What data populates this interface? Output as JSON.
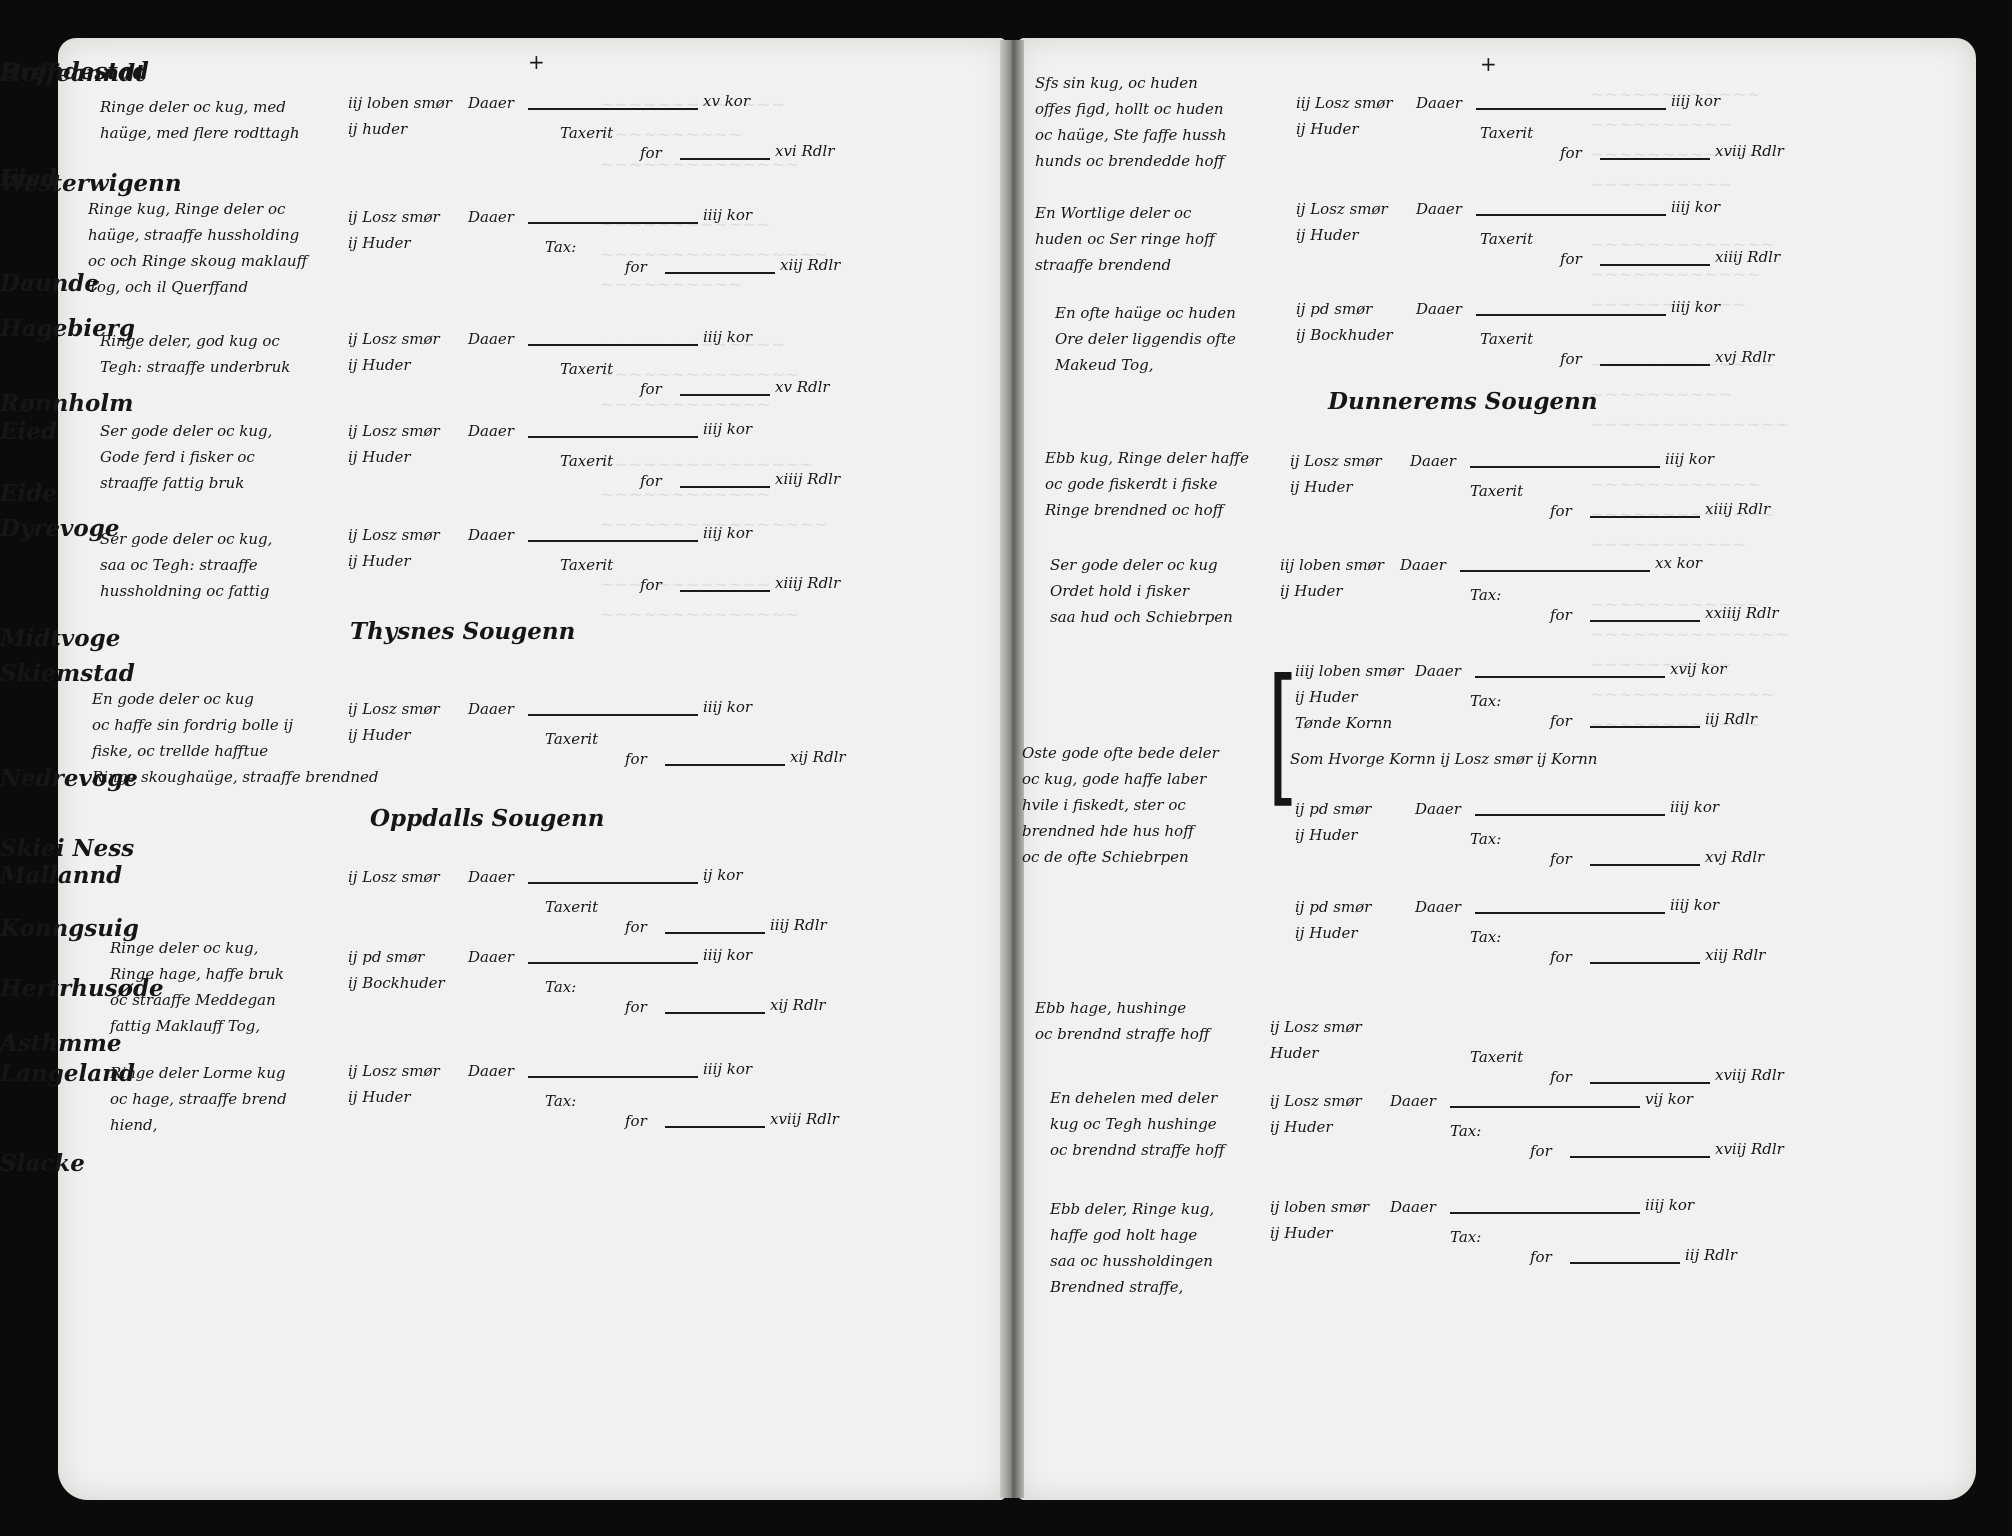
{
  "left_page": {
    "top_mark": "+",
    "entries": [
      {
        "place": "Hoffeanndt",
        "desc": [
          "Ringe deler oc kug, med",
          "haüge, med flere rodttagh"
        ],
        "meas": [
          "iij loben smør",
          "ij huder"
        ],
        "k": "Daaer",
        "k_val": "xv kor",
        "tax_label": "Taxerit",
        "for_label": "for",
        "tax_val": "xvi Rdlr"
      },
      {
        "place": "Westerwigenn",
        "desc": [
          "Ringe kug, Ringe deler oc",
          "haüge, straaffe hussholding",
          "oc och Ringe skoug maklauff",
          "Tog, och il Querffand"
        ],
        "meas": [
          "ij Losz smør",
          "ij Huder"
        ],
        "k": "Daaer",
        "k_val": "iiij kor",
        "tax_label": "Tax:",
        "for_label": "for",
        "tax_val": "xiij Rdlr"
      },
      {
        "place": "Hagebierg",
        "desc": [
          "Ringe deler, god kug oc",
          "Tegh: straaffe underbruk"
        ],
        "meas": [
          "ij Losz smør",
          "ij Huder"
        ],
        "k": "Daaer",
        "k_val": "iiij kor",
        "tax_label": "Taxerit",
        "for_label": "for",
        "tax_val": "xv Rdlr"
      },
      {
        "place": "Rønnholm",
        "desc": [
          "Ser gode deler oc kug,",
          "Gode ferd i fisker oc",
          "straaffe fattig bruk"
        ],
        "meas": [
          "ij Losz smør",
          "ij Huder"
        ],
        "k": "Daaer",
        "k_val": "iiij kor",
        "tax_label": "Taxerit",
        "for_label": "for",
        "tax_val": "xiiij Rdlr"
      },
      {
        "place": "Eide",
        "desc": [
          "Ser gode deler oc kug,",
          "saa oc Tegh: straaffe",
          "hussholdning oc fattig"
        ],
        "meas": [
          "ij Losz smør",
          "ij Huder"
        ],
        "k": "Daaer",
        "k_val": "iiij kor",
        "tax_label": "Taxerit",
        "for_label": "for",
        "tax_val": "xiiij Rdlr"
      }
    ],
    "section1": "Thysnes Sougenn",
    "entry6": {
      "place": "Skiemstad",
      "desc": [
        "En gode deler oc kug",
        "oc haffe sin fordrig bolle ij",
        "fiske, oc trellde hafftue",
        "Ringe skoughaüge, straaffe brendned"
      ],
      "meas": [
        "ij Losz smør",
        "ij Huder"
      ],
      "k": "Daaer",
      "k_val": "iiij kor",
      "tax_label": "Taxerit",
      "for_label": "for",
      "tax_val": "xij Rdlr"
    },
    "section2": "Oppdalls Sougenn",
    "entry7": {
      "place": "Skiei Ness",
      "meas": [
        "ij Losz smør"
      ],
      "k": "Daaer",
      "k_val": "ij kor",
      "tax_label": "Taxerit",
      "for_label": "for",
      "tax_val": "iiij Rdlr"
    },
    "entry8": {
      "place": "Konngsuig",
      "desc": [
        "Ringe deler oc kug,",
        "Ringe hage, haffe bruk",
        "oc straaffe Meddegan",
        "fattig Maklauff Tog,"
      ],
      "meas": [
        "ij pd smør",
        "ij Bockhuder"
      ],
      "k": "Daaer",
      "k_val": "iiij kor",
      "tax_label": "Tax:",
      "for_label": "for",
      "tax_val": "xij Rdlr"
    },
    "entry9": {
      "place": "Asthmme",
      "desc": [
        "Ringe deler Lorme kug",
        "oc hage, straaffe brend",
        "hiend,"
      ],
      "meas": [
        "ij Losz smør",
        "ij Huder"
      ],
      "k": "Daaer",
      "k_val": "iiij kor",
      "tax_label": "Tax:",
      "for_label": "for",
      "tax_val": "xviij Rdlr"
    }
  },
  "right_page": {
    "top_mark": "+",
    "entries": [
      {
        "place": "Brøndestad",
        "desc": [
          "Sfs sin kug, oc huden",
          "offes figd, hollt oc huden",
          "oc haüge, Ste faffe hussh",
          "hunds oc brendedde hoff"
        ],
        "meas": [
          "iij Losz smør",
          "ij Huder"
        ],
        "k": "Daaer",
        "k_val": "iiij kor",
        "tax_label": "Taxerit",
        "for_label": "for",
        "tax_val": "xviij Rdlr"
      },
      {
        "place": "Eied",
        "desc": [
          "En Wortlige deler oc",
          "huden oc Ser ringe hoff",
          "straaffe brendend"
        ],
        "meas": [
          "ij Losz smør",
          "ij Huder"
        ],
        "k": "Daaer",
        "k_val": "iiij kor",
        "tax_label": "Taxerit",
        "for_label": "for",
        "tax_val": "xiiij Rdlr"
      },
      {
        "place": "Daunde",
        "desc": [
          "En ofte haüge oc huden",
          "Ore deler liggendis ofte",
          "Makeud Tog,"
        ],
        "meas": [
          "ij pd smør",
          "ij Bockhuder"
        ],
        "k": "Daaer",
        "k_val": "iiij kor",
        "tax_label": "Taxerit",
        "for_label": "for",
        "tax_val": "xvj Rdlr"
      }
    ],
    "section1": "Dunnerems Sougenn",
    "entry4": {
      "place": "Eied",
      "desc": [
        "Ebb kug, Ringe deler haffe",
        "oc gode fiskerdt i fiske",
        "Ringe brendned oc hoff"
      ],
      "meas": [
        "ij Losz smør",
        "ij Huder"
      ],
      "k": "Daaer",
      "k_val": "iiij kor",
      "tax_label": "Taxerit",
      "for_label": "for",
      "tax_val": "xiiij Rdlr"
    },
    "entry5": {
      "place": "Dyrevoge",
      "desc": [
        "Ser gode deler oc kug",
        "Ordet hold i fisker",
        "saa hud och Schiebrpen"
      ],
      "meas": [
        "iij loben smør",
        "ij Huder"
      ],
      "k": "Daaer",
      "k_val": "xx kor",
      "tax_label": "Tax:",
      "for_label": "for",
      "tax_val": "xxiiij Rdlr"
    },
    "entry6": {
      "place": "Midtvoge",
      "meas": [
        "iiij loben smør",
        "ij Huder",
        "Tønde Kornn"
      ],
      "k": "Daaer",
      "k_val": "xvij kor",
      "tax_label": "Tax:",
      "for_label": "for",
      "tax_val": "iij Rdlr"
    },
    "midt_desc": [
      "Oste gode ofte bede deler",
      "oc kug, gode haffe laber",
      "hvile i fiskedt, ster oc",
      "brendned hde hus hoff",
      "oc de ofte Schiebrpen"
    ],
    "midt_extra": "Som Hvorge Kornn ij Losz smør ij Kornn",
    "entry7": {
      "place": "Nedrevoge",
      "meas": [
        "ij pd smør",
        "ij Huder"
      ],
      "k": "Daaer",
      "k_val": "iiij kor",
      "tax_label": "Tax:",
      "for_label": "for",
      "tax_val": "xvj Rdlr"
    },
    "entry8": {
      "place": "Mallannd",
      "meas": [
        "ij pd smør",
        "ij Huder"
      ],
      "k": "Daaer",
      "k_val": "iiij kor",
      "tax_label": "Tax:",
      "for_label": "for",
      "tax_val": "xiij Rdlr"
    },
    "entry9": {
      "place": "Hertrhusøde",
      "desc": [
        "Ebb hage, hushinge",
        "oc brendnd straffe hoff"
      ],
      "meas": [
        "ij Losz smør",
        "Huder"
      ],
      "tax_label": "Taxerit",
      "for_label": "for",
      "tax_val": "xviij Rdlr"
    },
    "entry10": {
      "place": "Langeland",
      "desc": [
        "En dehelen med deler",
        "kug oc Tegh hushinge",
        "oc brendnd straffe hoff"
      ],
      "meas": [
        "ij Losz smør",
        "ij Huder"
      ],
      "k": "Daaer",
      "k_val": "vij kor",
      "tax_label": "Tax:",
      "for_label": "for",
      "tax_val": "xviij Rdlr"
    },
    "entry11": {
      "place": "Slacke",
      "desc": [
        "Ebb deler, Ringe kug,",
        "haffe god holt hage",
        "saa oc hussholdingen",
        "Brendned straffe,"
      ],
      "meas": [
        "ij loben smør",
        "ij Huder"
      ],
      "k": "Daaer",
      "k_val": "iiij kor",
      "tax_label": "Tax:",
      "for_label": "for",
      "tax_val": "iij Rdlr"
    }
  }
}
